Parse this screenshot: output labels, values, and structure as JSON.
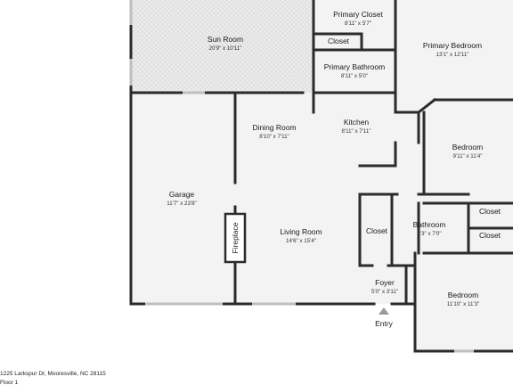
{
  "rooms": {
    "sun_room": {
      "name": "Sun Room",
      "dim": "20'9\" x 10'11\""
    },
    "primary_closet": {
      "name": "Primary Closet",
      "dim": "8'11\" x 5'7\""
    },
    "closet_small": {
      "name": "Closet"
    },
    "primary_bedroom": {
      "name": "Primary Bedroom",
      "dim": "13'1\" x 12'11\""
    },
    "primary_bathroom": {
      "name": "Primary Bathroom",
      "dim": "8'11\" x 5'0\""
    },
    "kitchen": {
      "name": "Kitchen",
      "dim": "8'11\" x 7'11\""
    },
    "dining_room": {
      "name": "Dining Room",
      "dim": "8'10\" x 7'11\""
    },
    "bedroom_right": {
      "name": "Bedroom",
      "dim": "9'11\" x 11'4\""
    },
    "garage": {
      "name": "Garage",
      "dim": "11'7\" x 23'8\""
    },
    "living_room": {
      "name": "Living Room",
      "dim": "14'6\" x 15'4\""
    },
    "closet_hall": {
      "name": "Closet"
    },
    "bathroom": {
      "name": "Bathroom",
      "dim": "8'3\" x 7'0\""
    },
    "closet_right_top": {
      "name": "Closet"
    },
    "closet_right_bottom": {
      "name": "Closet"
    },
    "foyer": {
      "name": "Foyer",
      "dim": "5'0\" x 3'11\""
    },
    "bedroom_bottom": {
      "name": "Bedroom",
      "dim": "11'10\" x 11'3\""
    }
  },
  "fireplace": {
    "label": "Fireplace"
  },
  "entry": {
    "label": "Entry"
  },
  "footer": {
    "address": "1225 Larkspur Dr, Mooresville, NC 28115",
    "tail": "Floor 1"
  },
  "colors": {
    "wall": "#2b2b2b",
    "floor": "#f2f2f2",
    "sunroom_tile": "#d8d8d8",
    "window": "#bfbfbf"
  }
}
